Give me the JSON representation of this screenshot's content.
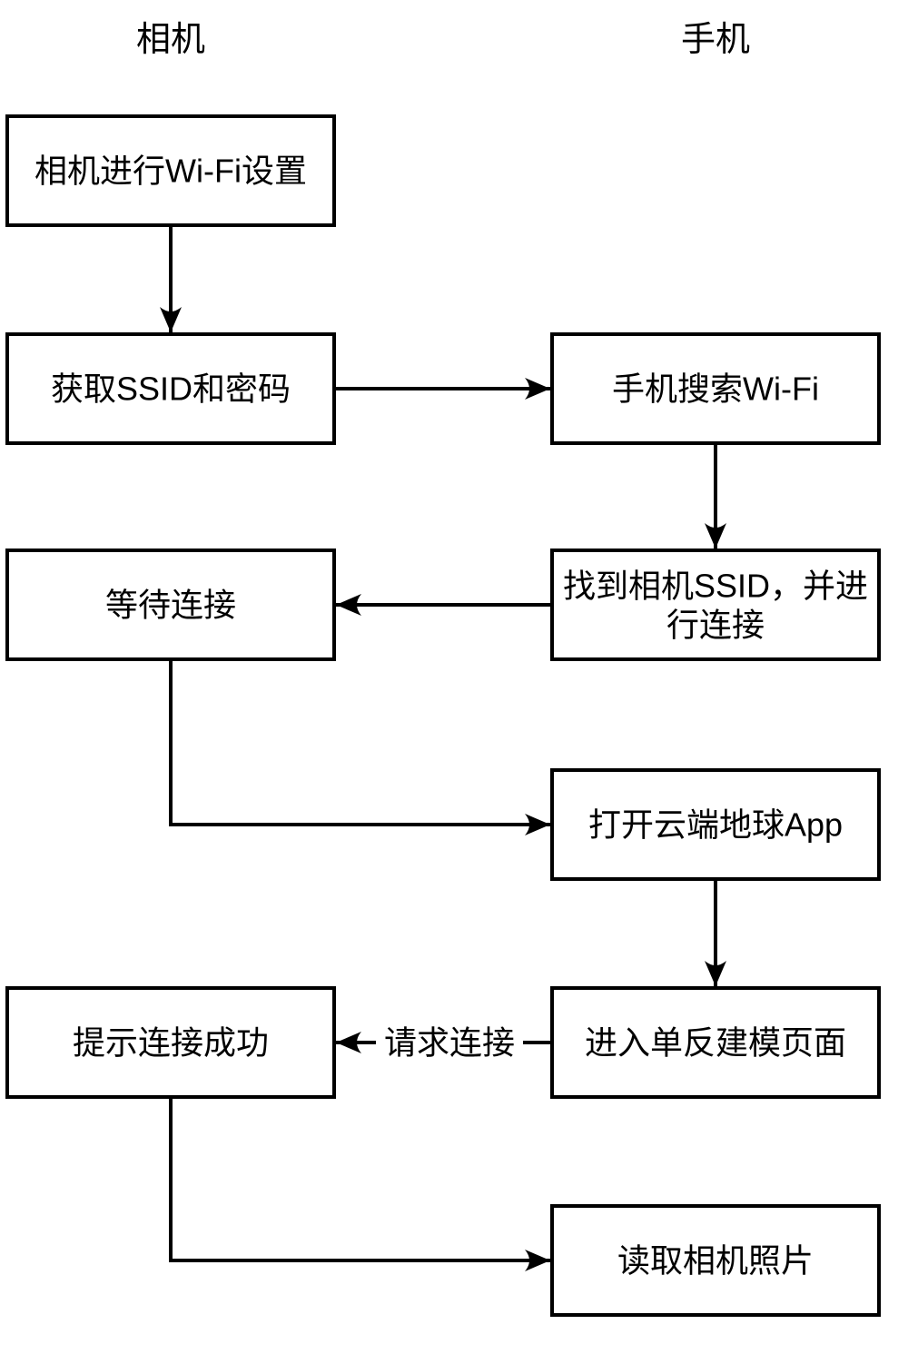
{
  "page": {
    "background_color": "#ffffff",
    "line_color": "#000000",
    "text_color": "#000000"
  },
  "diagram": {
    "type": "flowchart",
    "lanes": [
      {
        "id": "camera",
        "header": "相机"
      },
      {
        "id": "phone",
        "header": "手机"
      }
    ],
    "nodes": [
      {
        "id": "camera-wifi-setup",
        "lane": "camera",
        "label": "相机进行Wi-Fi设置"
      },
      {
        "id": "get-ssid-password",
        "lane": "camera",
        "label": "获取SSID和密码"
      },
      {
        "id": "wait-connection",
        "lane": "camera",
        "label": "等待连接"
      },
      {
        "id": "notify-connection-success",
        "lane": "camera",
        "label": "提示连接成功"
      },
      {
        "id": "phone-search-wifi",
        "lane": "phone",
        "label": "手机搜索Wi-Fi"
      },
      {
        "id": "find-camera-ssid-connect",
        "lane": "phone",
        "label": "找到相机SSID，并进行连接",
        "line1": "找到相机SSID，并进",
        "line2": "行连接"
      },
      {
        "id": "open-cloud-earth-app",
        "lane": "phone",
        "label": "打开云端地球App"
      },
      {
        "id": "enter-dslr-modeling-page",
        "lane": "phone",
        "label": "进入单反建模页面"
      },
      {
        "id": "read-camera-photos",
        "lane": "phone",
        "label": "读取相机照片"
      }
    ],
    "edges": [
      {
        "from": "camera-wifi-setup",
        "to": "get-ssid-password",
        "label": ""
      },
      {
        "from": "get-ssid-password",
        "to": "phone-search-wifi",
        "label": ""
      },
      {
        "from": "phone-search-wifi",
        "to": "find-camera-ssid-connect",
        "label": ""
      },
      {
        "from": "find-camera-ssid-connect",
        "to": "wait-connection",
        "label": ""
      },
      {
        "from": "wait-connection",
        "to": "open-cloud-earth-app",
        "label": ""
      },
      {
        "from": "open-cloud-earth-app",
        "to": "enter-dslr-modeling-page",
        "label": ""
      },
      {
        "from": "enter-dslr-modeling-page",
        "to": "notify-connection-success",
        "label": "请求连接"
      },
      {
        "from": "notify-connection-success",
        "to": "read-camera-photos",
        "label": ""
      }
    ]
  }
}
